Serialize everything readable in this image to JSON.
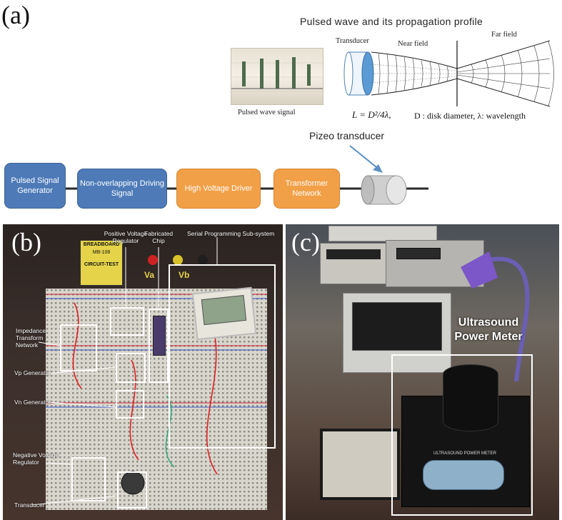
{
  "panel_a": {
    "label": "(a)",
    "title": "Pulsed wave and its propagation profile",
    "labels": {
      "transducer": "Transducer",
      "near_field": "Near field",
      "far_field": "Far field",
      "pulsed_signal": "Pulsed wave signal",
      "formula_main": "L = D²/4λ,",
      "formula_desc": "D : disk diameter, λ: wavelength",
      "pizeo": "Pizeo transducer"
    },
    "blocks": [
      {
        "label": "Pulsed Signal Generator",
        "color": "#4e7bb8"
      },
      {
        "label": "Non-overlapping Driving Signal",
        "color": "#4e7bb8"
      },
      {
        "label": "High Voltage Driver",
        "color": "#f2a047"
      },
      {
        "label": "Transformer Network",
        "color": "#f2a047"
      }
    ]
  },
  "panel_b": {
    "label": "(b)",
    "annotations": {
      "positive_reg": "Positive Voltage Regulator",
      "fabricated_chip": "Fabricated Chip",
      "serial_prog": "Serial Programming Sub-system",
      "impedance": "Impedance Transform Network",
      "vp_gen": "Vp Generator",
      "vn_gen": "Vn Generator",
      "negative_reg": "Negative Voltage Regulator",
      "transducer": "Transducer"
    },
    "board_text": {
      "brand": "BREADBOARD",
      "model": "MB-108",
      "circuit": "CIRCUIT-TEST",
      "va": "Va",
      "vb": "Vb"
    }
  },
  "panel_c": {
    "label": "(c)",
    "meter_label": "Ultrasound Power Meter",
    "meter_plate": "ULTRASOUND POWER METER"
  }
}
